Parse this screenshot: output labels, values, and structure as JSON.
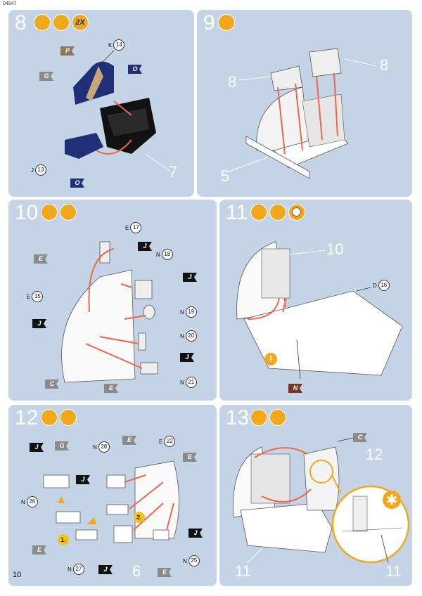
{
  "document_code": "04947",
  "page_number": "10",
  "steps": {
    "s8": {
      "number": "8",
      "labels": {
        "k14_letter": "K",
        "k14_num": "14",
        "j13_letter": "J",
        "j13_num": "13",
        "big7": "7"
      },
      "flags": {
        "p": "P",
        "g": "G",
        "o1": "O",
        "o2": "O"
      },
      "multiplier": "2X"
    },
    "s9": {
      "number": "9",
      "labels": {
        "left8": "8",
        "right8": "8",
        "big5": "5"
      }
    },
    "s10": {
      "number": "10",
      "labels": {
        "e17_letter": "E",
        "e17_num": "17",
        "n18_letter": "N",
        "n18_num": "18",
        "e15_letter": "E",
        "e15_num": "15",
        "n19_letter": "N",
        "n19_num": "19",
        "n20_letter": "N",
        "n20_num": "20",
        "n21_letter": "N",
        "n21_num": "21"
      },
      "flags": {
        "e1": "E",
        "j1": "J",
        "j2": "J",
        "j3": "J",
        "j4": "J",
        "e2": "E",
        "c": "C"
      }
    },
    "s11": {
      "number": "11",
      "labels": {
        "big10": "10",
        "d16_letter": "D",
        "d16_num": "16"
      },
      "flags": {
        "n": "N"
      },
      "warning": "!"
    },
    "s12": {
      "number": "12",
      "labels": {
        "n28_letter": "N",
        "n28_num": "28",
        "e22_letter": "E",
        "e22_num": "22",
        "n26_letter": "N",
        "n26_num": "26",
        "n27_letter": "N",
        "n27_num": "27",
        "n25_letter": "N",
        "n25_num": "25",
        "big6": "6",
        "sub1": "1.",
        "sub2": "2."
      },
      "flags": {
        "j1": "J",
        "g": "G",
        "e1": "E",
        "e2": "E",
        "j2": "J",
        "e3": "E",
        "j3": "J",
        "j4": "J",
        "e4": "E"
      }
    },
    "s13": {
      "number": "13",
      "labels": {
        "big12": "12",
        "big11a": "11",
        "big11b": "11"
      },
      "flags": {
        "c": "C"
      },
      "star": "✱"
    }
  },
  "colors": {
    "panel_bg": "#c5d3e6",
    "accent_orange": "#f2a81d",
    "arrow_red": "#f0664a",
    "navy": "#1f2f78"
  }
}
